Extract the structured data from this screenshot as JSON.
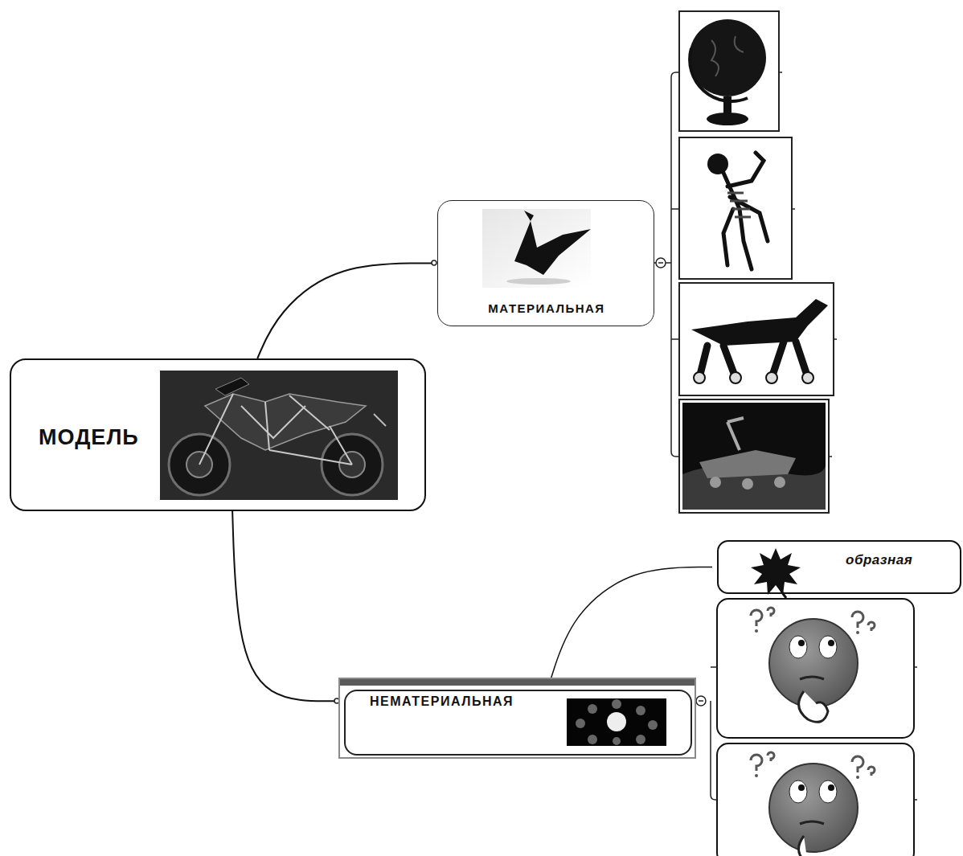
{
  "diagram": {
    "nodes": [
      {
        "text": [
          "МОДЕЛЬ"
        ]
      },
      {
        "text": [
          "МАТЕРИАЛЬНАЯ"
        ]
      },
      {
        "text": [
          "НЕМАТЕРИАЛЬНАЯ"
        ]
      },
      {
        "text": [
          "образная"
        ]
      }
    ],
    "edges": [
      {
        "from": 0,
        "to": 1,
        "arrow": "none"
      },
      {
        "from": 0,
        "to": 2,
        "arrow": "none"
      },
      {
        "from": 2,
        "to": 3,
        "arrow": "none"
      }
    ]
  }
}
